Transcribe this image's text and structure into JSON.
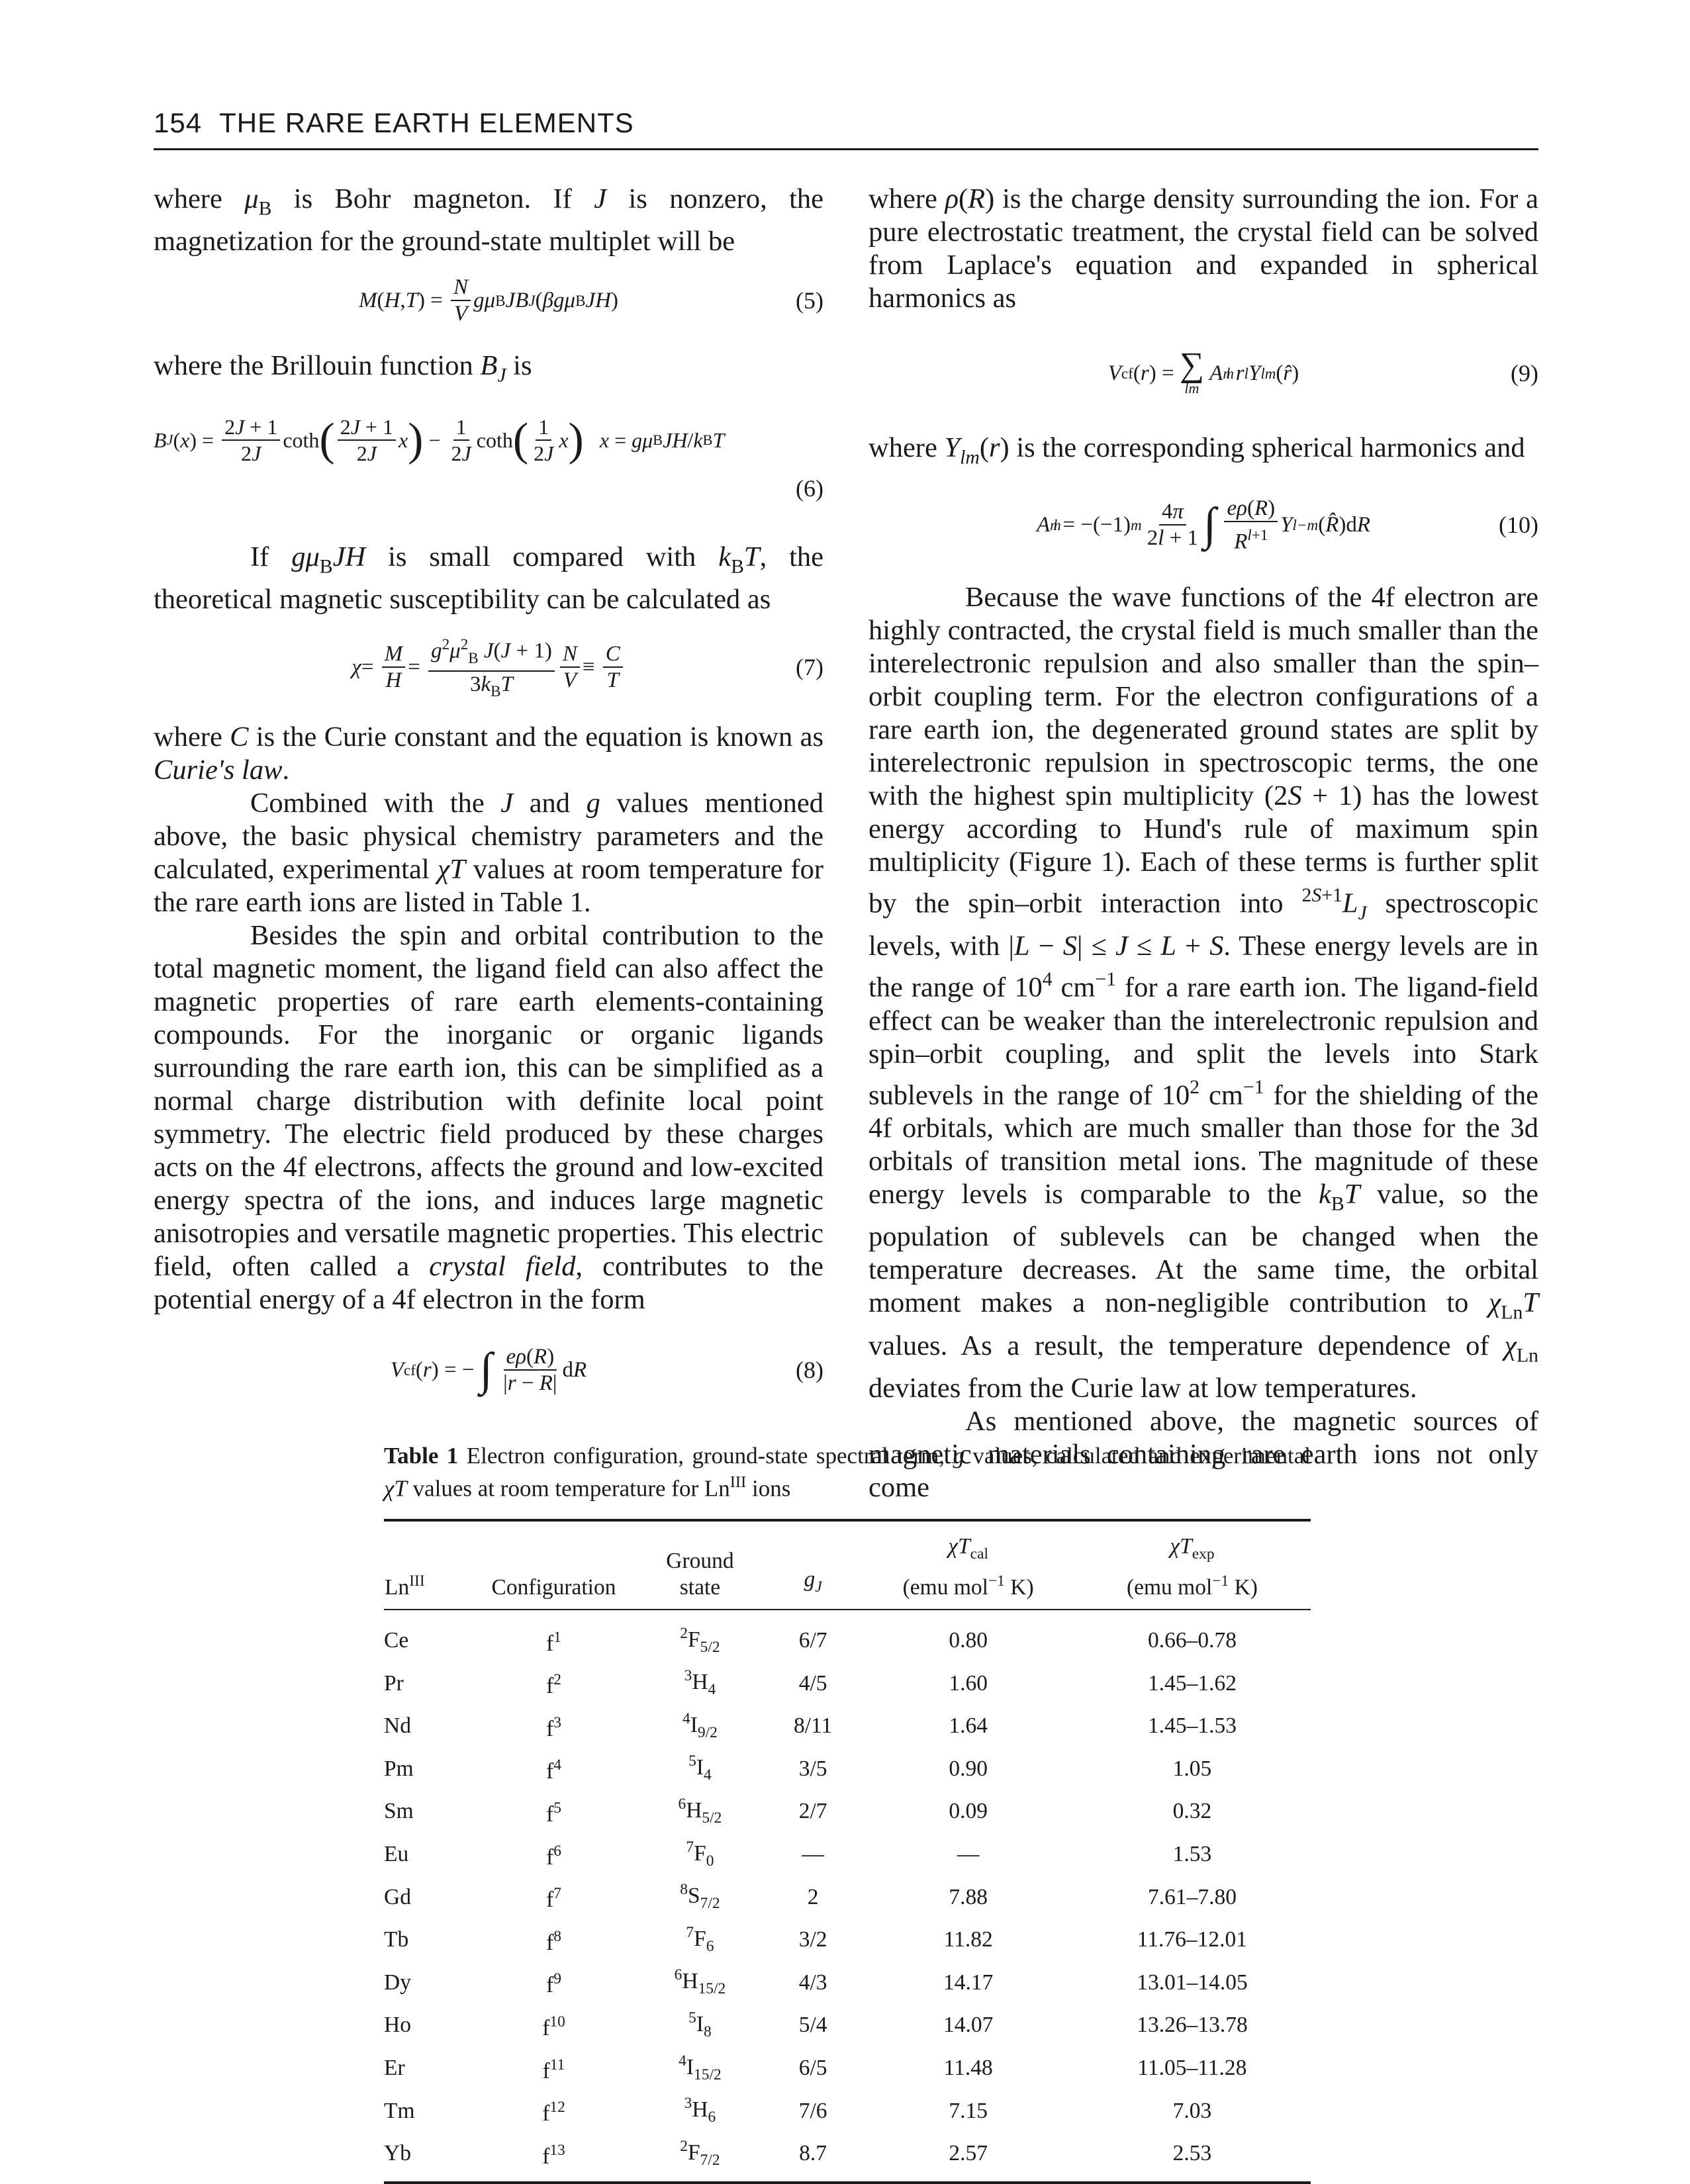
{
  "header": {
    "page_number": "154",
    "running_title": "THE RARE EARTH ELEMENTS"
  },
  "left": {
    "p1": "where μB is Bohr magneton. If J is nonzero, the magnetization for the ground-state multiplet will be",
    "eq5": "M(H, T) = (N/V) g μB J BJ(β g μB J H)",
    "eq5_num": "(5)",
    "p2": "where the Brillouin function BJ is",
    "eq6": "BJ(x) = (2J+1)/(2J) coth((2J+1)/(2J) x) − 1/(2J) coth(x/(2J))   x = g μB J H / kB T",
    "eq6_num": "(6)",
    "p3": "If gμBJH is small compared with kBT, the theoretical magnetic susceptibility can be calculated as",
    "eq7": "χ = M/H = g² μB² J(J+1)/(3 kB T) · N/V ≡ C/T",
    "eq7_num": "(7)",
    "p4": "where C is the Curie constant and the equation is known as Curie's law.",
    "p5": "Combined with the J and g values mentioned above, the basic physical chemistry parameters and the calculated, experimental χT values at room temperature for the rare earth ions are listed in Table 1.",
    "p6": "Besides the spin and orbital contribution to the total magnetic moment, the ligand field can also affect the magnetic properties of rare earth elements-containing compounds. For the inorganic or organic ligands surrounding the rare earth ion, this can be simplified as a normal charge distribution with definite local point symmetry. The electric field produced by these charges acts on the 4f electrons, affects the ground and low-excited energy spectra of the ions, and induces large magnetic anisotropies and versatile magnetic properties. This electric field, often called a crystal field, contributes to the potential energy of a 4f electron in the form",
    "eq8": "Vcf(r) = −∫ eρ(R)/|r − R| dR",
    "eq8_num": "(8)"
  },
  "right": {
    "p1": "where ρ(R) is the charge density surrounding the ion. For a pure electrostatic treatment, the crystal field can be solved from Laplace's equation and expanded in spherical harmonics as",
    "eq9": "Vcf(r) = Σlm Alm rl Ylm(r̂)",
    "eq9_num": "(9)",
    "p2": "where Ylm(r) is the corresponding spherical harmonics and",
    "eq10": "Alm = −(−1)m 4π/(2l+1) ∫ eρ(R)/Rl+1 Yl−m(R̂) dR",
    "eq10_num": "(10)",
    "p3": "Because the wave functions of the 4f electron are highly contracted, the crystal field is much smaller than the interelectronic repulsion and also smaller than the spin–orbit coupling term. For the electron configurations of a rare earth ion, the degenerated ground states are split by interelectronic repulsion in spectroscopic terms, the one with the highest spin multiplicity (2S + 1) has the lowest energy according to Hund's rule of maximum spin multiplicity (Figure 1). Each of these terms is further split by the spin–orbit interaction into 2S+1LJ spectroscopic levels, with |L − S| ≤ J ≤ L + S. These energy levels are in the range of 10⁴ cm⁻¹ for a rare earth ion. The ligand-field effect can be weaker than the interelectronic repulsion and spin–orbit coupling, and split the levels into Stark sublevels in the range of 10² cm⁻¹ for the shielding of the 4f orbitals, which are much smaller than those for the 3d orbitals of transition metal ions. The magnitude of these energy levels is comparable to the kBT value, so the population of sublevels can be changed when the temperature decreases. At the same time, the orbital moment makes a non-negligible contribution to χLnT values. As a result, the temperature dependence of χLn deviates from the Curie law at low temperatures.",
    "p4": "As mentioned above, the magnetic sources of magnetic materials containing rare earth ions not only come"
  },
  "table": {
    "caption_label": "Table 1",
    "caption_text": "Electron configuration, ground-state spectral term, g values, calculated and experimental χT values at room temperature for LnIII ions",
    "headers": [
      "LnIII",
      "Configuration",
      "Ground state",
      "gJ",
      "χTcal (emu mol−1 K)",
      "χTexp (emu mol−1 K)"
    ],
    "rows": [
      [
        "Ce",
        "f1",
        "2F5/2",
        "6/7",
        "0.80",
        "0.66–0.78"
      ],
      [
        "Pr",
        "f2",
        "3H4",
        "4/5",
        "1.60",
        "1.45–1.62"
      ],
      [
        "Nd",
        "f3",
        "4I9/2",
        "8/11",
        "1.64",
        "1.45–1.53"
      ],
      [
        "Pm",
        "f4",
        "5I4",
        "3/5",
        "0.90",
        "1.05"
      ],
      [
        "Sm",
        "f5",
        "6H5/2",
        "2/7",
        "0.09",
        "0.32"
      ],
      [
        "Eu",
        "f6",
        "7F0",
        "—",
        "—",
        "1.53"
      ],
      [
        "Gd",
        "f7",
        "8S7/2",
        "2",
        "7.88",
        "7.61–7.80"
      ],
      [
        "Tb",
        "f8",
        "7F6",
        "3/2",
        "11.82",
        "11.76–12.01"
      ],
      [
        "Dy",
        "f9",
        "6H15/2",
        "4/3",
        "14.17",
        "13.01–14.05"
      ],
      [
        "Ho",
        "f10",
        "5I8",
        "5/4",
        "14.07",
        "13.26–13.78"
      ],
      [
        "Er",
        "f11",
        "4I15/2",
        "6/5",
        "11.48",
        "11.05–11.28"
      ],
      [
        "Tm",
        "f12",
        "3H6",
        "7/6",
        "7.15",
        "7.03"
      ],
      [
        "Yb",
        "f13",
        "2F7/2",
        "8.7",
        "2.57",
        "2.53"
      ]
    ]
  }
}
